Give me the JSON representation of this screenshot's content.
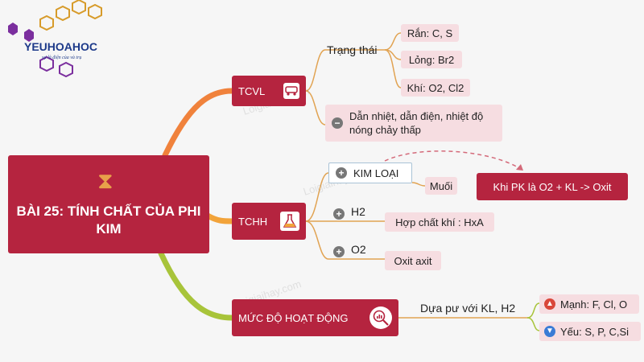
{
  "logo": {
    "brand": "YEUHOAHOC",
    "tagline": "sự lả điện của và trụ"
  },
  "main_topic": {
    "title": "BÀI 25: TÍNH CHẤT CỦA PHI KIM",
    "icon": "hourglass-icon"
  },
  "tcvl": {
    "label": "TCVL",
    "icon": "vehicle-icon",
    "state_label": "Trạng thái",
    "states": [
      "Rắn: C, S",
      "Lỏng: Br2",
      "Khí: O2, Cl2"
    ],
    "conduct": "Dẫn nhiệt, dẫn điện, nhiệt độ nóng chảy thấp",
    "conduct_lines": [
      "Dẫn nhiệt, dẫn điện, nhiệt độ",
      "nóng chảy thấp"
    ]
  },
  "tchh": {
    "label": "TCHH",
    "icon": "flask-icon",
    "kim_loai": "KIM LOẠI",
    "muoi": "Muối",
    "h2": "H2",
    "hop_chat_khi": "Hợp chất khí : HxA",
    "o2": "O2",
    "oxit_axit": "Oxit axit",
    "note": "Khi PK là O2 + KL -> Oxit"
  },
  "activity": {
    "label": "MỨC ĐỘ HOẠT ĐỘNG",
    "icon": "chart-magnifier-icon",
    "basis": "Dựa pư với KL, H2",
    "strong": "Mạnh: F, Cl, O",
    "weak": "Yếu: S, P, C,Si"
  },
  "watermarks": [
    "Loigiaihay.com",
    "Loigiaihay.com",
    "Loigiaihay.com"
  ],
  "colors": {
    "topic": "#b5243f",
    "leaf_bg": "#f6dde1",
    "orange_line": "#f0823c",
    "amber_line": "#f2a33a",
    "green_line": "#a8c43a",
    "thin_line": "#e1a352"
  }
}
